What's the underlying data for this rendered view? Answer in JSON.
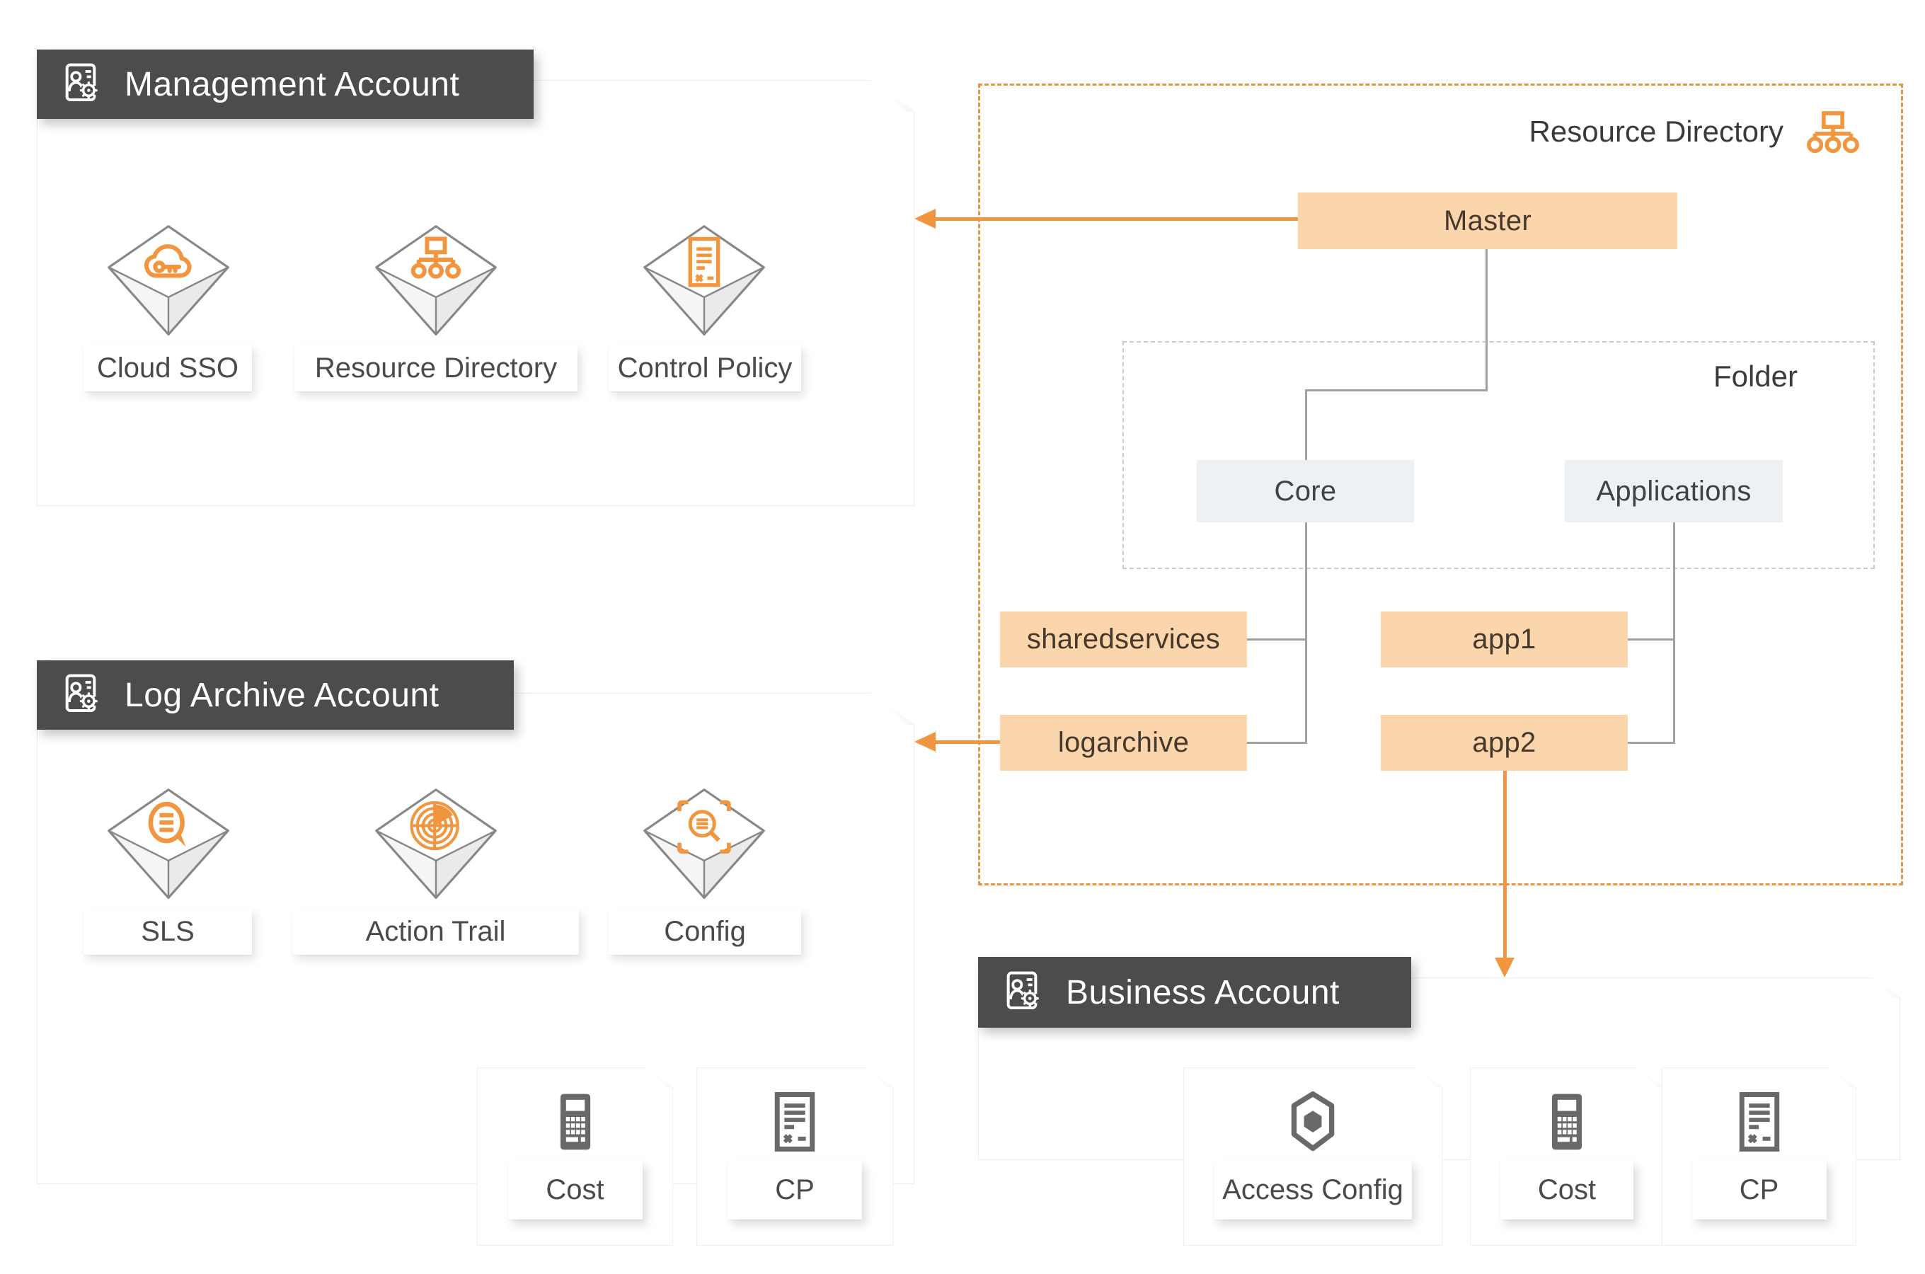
{
  "accounts": {
    "management": {
      "title": "Management Account",
      "services": [
        {
          "label": "Cloud SSO",
          "icon": "cloud-sso-icon"
        },
        {
          "label": "Resource Directory",
          "icon": "org-chart-icon"
        },
        {
          "label": "Control Policy",
          "icon": "policy-doc-icon"
        }
      ]
    },
    "log_archive": {
      "title": "Log Archive Account",
      "services": [
        {
          "label": "SLS",
          "icon": "log-search-icon"
        },
        {
          "label": "Action Trail",
          "icon": "radar-icon"
        },
        {
          "label": "Config",
          "icon": "config-scan-icon"
        }
      ],
      "cards": [
        {
          "label": "Cost",
          "icon": "calculator-icon"
        },
        {
          "label": "CP",
          "icon": "bill-doc-icon"
        }
      ]
    },
    "business": {
      "title": "Business Account",
      "cards": [
        {
          "label": "Access Config",
          "icon": "hexagon-icon"
        },
        {
          "label": "Cost",
          "icon": "calculator-icon"
        },
        {
          "label": "CP",
          "icon": "bill-doc-icon"
        }
      ]
    }
  },
  "resource_directory": {
    "label": "Resource Directory",
    "master_label": "Master",
    "folder": {
      "label": "Folder",
      "core": "Core",
      "applications": "Applications"
    },
    "member_accounts": {
      "sharedservices": "sharedservices",
      "logarchive": "logarchive",
      "app1": "app1",
      "app2": "app2"
    }
  },
  "colors": {
    "accent_orange": "#F1963F",
    "orange_fill": "#FBD6AC",
    "dashed_orange": "#E09645",
    "header_bg": "#4C4C4C",
    "header_text": "#FFFFFF",
    "node_gray_fill": "#EDF1F3",
    "connector_gray": "#A1A1A1",
    "gray_icon": "#696969",
    "folder_dash": "#CBCBCB"
  }
}
